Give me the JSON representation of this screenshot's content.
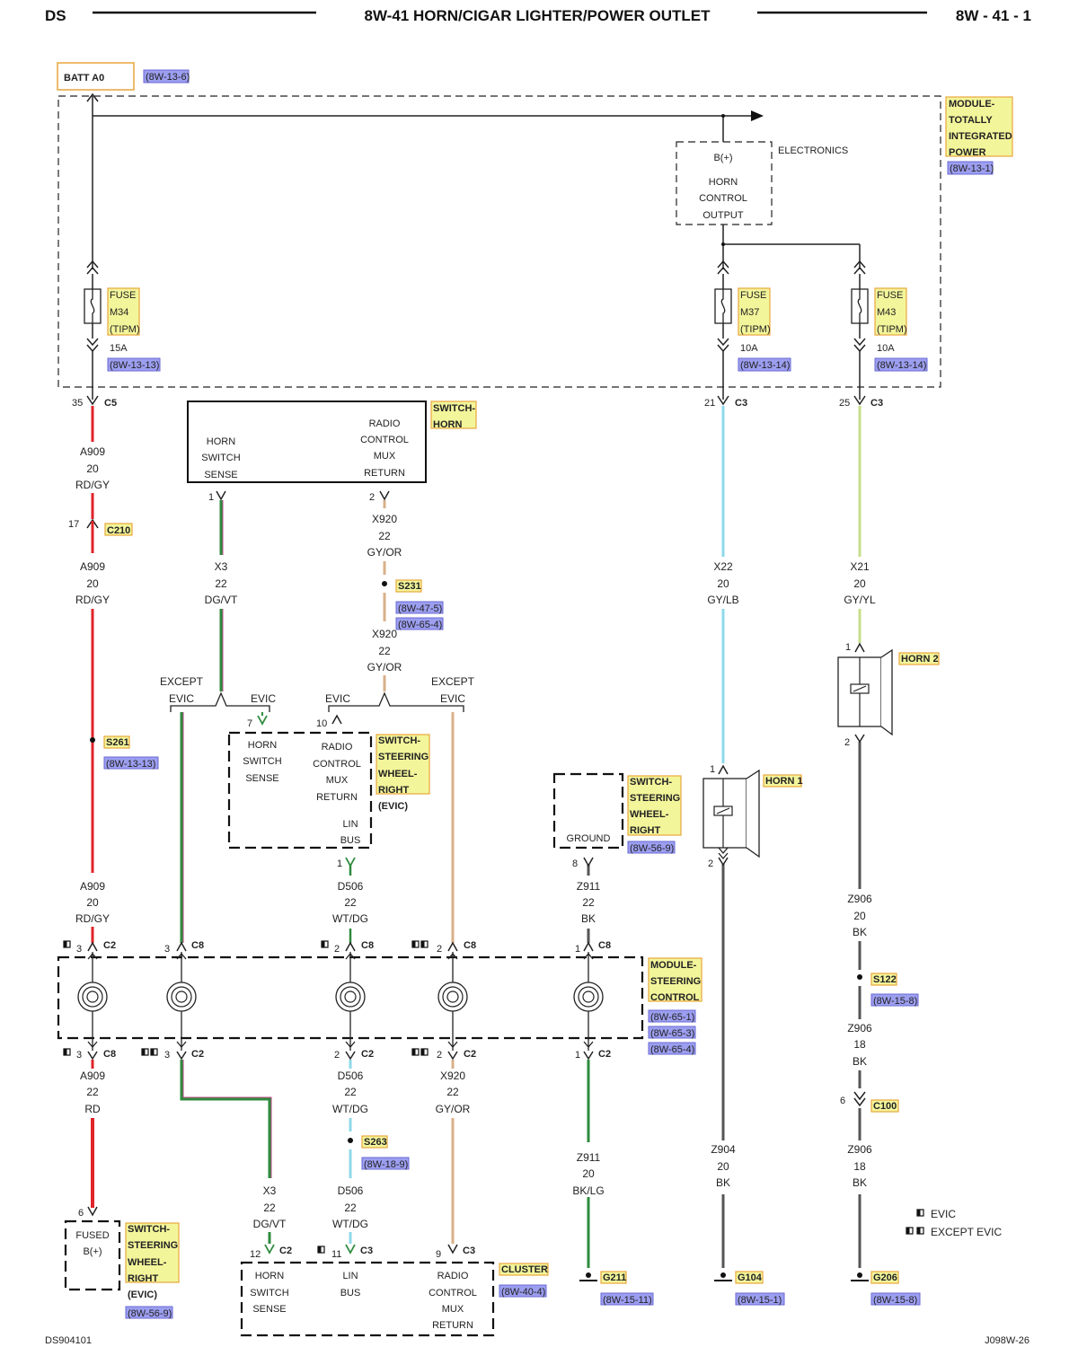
{
  "header": {
    "left": "DS",
    "title": "8W-41 HORN/CIGAR LIGHTER/POWER OUTLET",
    "right": "8W - 41 - 1"
  },
  "footer": {
    "left": "DS904101",
    "right": "J098W-26"
  },
  "colors": {
    "wire_red": "#e0242a",
    "wire_green": "#2e8b3e",
    "wire_violet": "#c0478a",
    "wire_tan": "#d8b08a",
    "wire_lightblue": "#8fd8ea",
    "wire_yellowgreen": "#c7de8a",
    "wire_black": "#555555",
    "label_bg": "#f3f59a",
    "ref_bg": "#9c9ef0"
  },
  "batt": {
    "label": "BATT A0",
    "ref": "(8W-13-6)"
  },
  "tipm": {
    "name": [
      "MODULE-",
      "TOTALLY",
      "INTEGRATED",
      "POWER"
    ],
    "ref": "(8W-13-1)",
    "electronics": "ELECTRONICS",
    "horn_ctrl": [
      "B(+)",
      "HORN",
      "CONTROL",
      "OUTPUT"
    ],
    "fuses": [
      {
        "name": [
          "FUSE",
          "M34",
          "(TIPM)"
        ],
        "amps": "15A",
        "ref": "(8W-13-13)"
      },
      {
        "name": [
          "FUSE",
          "M37",
          "(TIPM)"
        ],
        "amps": "10A",
        "ref": "(8W-13-14)"
      },
      {
        "name": [
          "FUSE",
          "M43",
          "(TIPM)"
        ],
        "amps": "10A",
        "ref": "(8W-13-14)"
      }
    ]
  },
  "connectors": {
    "c5_35": {
      "pin": "35",
      "name": "C5"
    },
    "c3_21": {
      "pin": "21",
      "name": "C3"
    },
    "c3_25": {
      "pin": "25",
      "name": "C3"
    },
    "c210": {
      "pin": "17",
      "name": "C210"
    }
  },
  "wires": {
    "a909_top": [
      "A909",
      "20",
      "RD/GY"
    ],
    "a909_mid": [
      "A909",
      "20",
      "RD/GY"
    ],
    "a909_low": [
      "A909",
      "20",
      "RD/GY"
    ],
    "a909_bot": [
      "A909",
      "22",
      "RD"
    ],
    "x3_top": [
      "X3",
      "22",
      "DG/VT"
    ],
    "x3_bot": [
      "X3",
      "22",
      "DG/VT"
    ],
    "x920_a": [
      "X920",
      "22",
      "GY/OR"
    ],
    "x920_b": [
      "X920",
      "22",
      "GY/OR"
    ],
    "x920_c": [
      "X920",
      "22",
      "GY/OR"
    ],
    "x22": [
      "X22",
      "20",
      "GY/LB"
    ],
    "x21": [
      "X21",
      "20",
      "GY/YL"
    ],
    "d506_a": [
      "D506",
      "22",
      "WT/DG"
    ],
    "d506_b": [
      "D506",
      "22",
      "WT/DG"
    ],
    "d506_c": [
      "D506",
      "22",
      "WT/DG"
    ],
    "z911_a": [
      "Z911",
      "22",
      "BK"
    ],
    "z911_b": [
      "Z911",
      "20",
      "BK/LG"
    ],
    "z904": [
      "Z904",
      "20",
      "BK"
    ],
    "z906_a": [
      "Z906",
      "20",
      "BK"
    ],
    "z906_b": [
      "Z906",
      "18",
      "BK"
    ],
    "z906_c": [
      "Z906",
      "18",
      "BK"
    ]
  },
  "switch_horn": {
    "name": [
      "SWITCH-",
      "HORN"
    ],
    "left": [
      "HORN",
      "SWITCH",
      "SENSE"
    ],
    "right": [
      "RADIO",
      "CONTROL",
      "MUX",
      "RETURN"
    ],
    "pin1": "1",
    "pin2": "2"
  },
  "switch_swr_evic": {
    "name": [
      "SWITCH-",
      "STEERING",
      "WHEEL-",
      "RIGHT"
    ],
    "tag": "(EVIC)",
    "left": [
      "HORN",
      "SWITCH",
      "SENSE"
    ],
    "right": [
      "RADIO",
      "CONTROL",
      "MUX",
      "RETURN"
    ],
    "lin": [
      "LIN",
      "BUS"
    ],
    "pin7": "7",
    "pin10": "10",
    "pin1": "1"
  },
  "switch_swr_ground": {
    "name": [
      "SWITCH-",
      "STEERING",
      "WHEEL-",
      "RIGHT"
    ],
    "ref": "(8W-56-9)",
    "ground": "GROUND",
    "pin": "8"
  },
  "splices": {
    "s231": {
      "name": "S231",
      "refs": [
        "(8W-47-5)",
        "(8W-65-4)"
      ]
    },
    "s261": {
      "name": "S261",
      "refs": [
        "(8W-13-13)"
      ]
    },
    "s263": {
      "name": "S263",
      "refs": [
        "(8W-18-9)"
      ]
    },
    "s122": {
      "name": "S122",
      "refs": [
        "(8W-15-8)"
      ]
    }
  },
  "branches": {
    "except_evic_l": [
      "EXCEPT",
      "EVIC"
    ],
    "evic_l": "EVIC",
    "evic_r": "EVIC",
    "except_evic_r": [
      "EXCEPT",
      "EVIC"
    ]
  },
  "horns": {
    "horn1": {
      "name": "HORN 1",
      "pin1": "1",
      "pin2": "2"
    },
    "horn2": {
      "name": "HORN 2",
      "pin1": "1",
      "pin2": "2"
    }
  },
  "msc": {
    "name": [
      "MODULE-",
      "STEERING",
      "CONTROL"
    ],
    "refs": [
      "(8W-65-1)",
      "(8W-65-3)",
      "(8W-65-4)"
    ],
    "top": [
      {
        "pin": "3",
        "conn": "C2"
      },
      {
        "pin": "3",
        "conn": "C8"
      },
      {
        "pin": "2",
        "conn": "C8"
      },
      {
        "pin": "2",
        "conn": "C8"
      },
      {
        "pin": "1",
        "conn": "C8"
      }
    ],
    "bottom": [
      {
        "pin": "3",
        "conn": "C8"
      },
      {
        "pin": "3",
        "conn": "C2"
      },
      {
        "pin": "2",
        "conn": "C2"
      },
      {
        "pin": "2",
        "conn": "C2"
      },
      {
        "pin": "1",
        "conn": "C2"
      }
    ]
  },
  "c100": {
    "pin": "6",
    "name": "C100"
  },
  "switch_swr_bottom": {
    "name": [
      "SWITCH-",
      "STEERING",
      "WHEEL-",
      "RIGHT"
    ],
    "tag": "(EVIC)",
    "ref": "(8W-56-9)",
    "inner": [
      "FUSED",
      "B(+)"
    ],
    "pin": "6"
  },
  "cluster": {
    "name": "CLUSTER",
    "ref": "(8W-40-4)",
    "col1": [
      "HORN",
      "SWITCH",
      "SENSE"
    ],
    "col2": [
      "LIN",
      "BUS"
    ],
    "col3": [
      "RADIO",
      "CONTROL",
      "MUX",
      "RETURN"
    ],
    "pins": [
      {
        "pin": "12",
        "conn": "C2"
      },
      {
        "pin": "11",
        "conn": "C3"
      },
      {
        "pin": "9",
        "conn": "C3"
      }
    ]
  },
  "grounds": [
    {
      "name": "G211",
      "ref": "(8W-15-11)"
    },
    {
      "name": "G104",
      "ref": "(8W-15-1)"
    },
    {
      "name": "G206",
      "ref": "(8W-15-8)"
    }
  ],
  "legend": {
    "evic": "EVIC",
    "except_evic": "EXCEPT EVIC"
  }
}
